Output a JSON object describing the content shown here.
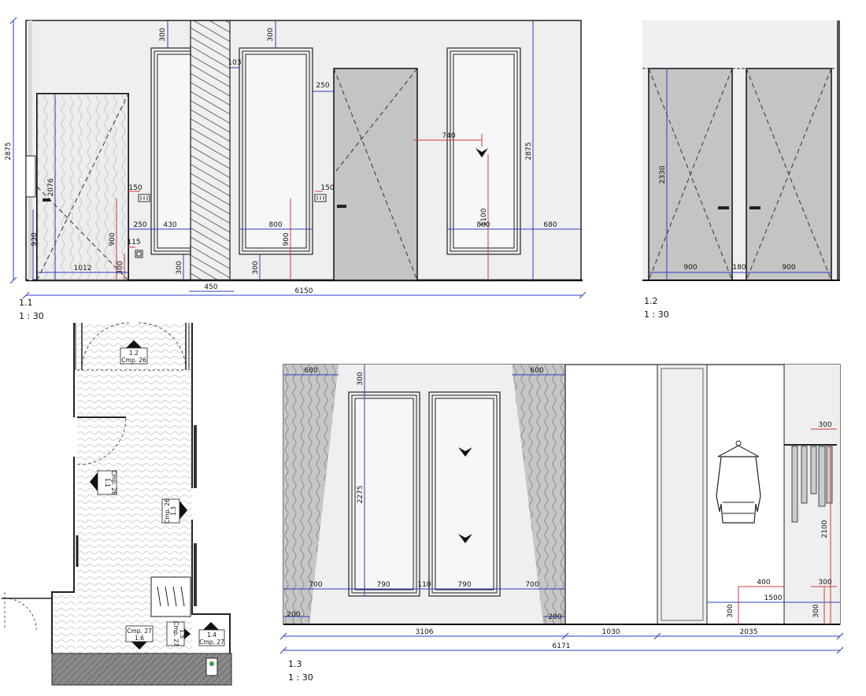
{
  "views": {
    "v11": {
      "number": "1.1",
      "scale": "1 : 30"
    },
    "v12": {
      "number": "1.2",
      "scale": "1 : 30"
    },
    "v13": {
      "number": "1.3",
      "scale": "1 : 30"
    }
  },
  "dims": {
    "h2875_left": "2875",
    "d300_a": "300",
    "d300_b": "300",
    "d103": "103",
    "d250_top": "250",
    "d740": "740",
    "d2875_right": "2875",
    "d2076": "2076",
    "d930": "930",
    "d150_a": "150",
    "d150_b": "150",
    "d250": "250",
    "d430": "430",
    "d800_a": "800",
    "d800_b": "800",
    "d680": "680",
    "d900_a": "900",
    "d900_b": "900",
    "d115": "115",
    "d300_c": "300",
    "d300_d": "300",
    "d300_e": "300",
    "d1012": "1012",
    "d1100": "1100",
    "d450": "450",
    "d6150": "6150",
    "d2330": "2330",
    "d900_c": "900",
    "d180": "180",
    "d900_d": "900",
    "d600_a": "600",
    "d600_b": "600",
    "d300_f": "300",
    "d2275": "2275",
    "d700_a": "700",
    "d790_a": "790",
    "d110": "110",
    "d790_b": "790",
    "d700_b": "700",
    "d200_a": "200",
    "d200_b": "200",
    "d300_g": "300",
    "d2100": "2100",
    "d400": "400",
    "d300_h": "300",
    "d1500": "1500",
    "d300_i": "300",
    "d300_j": "300",
    "d3106": "3106",
    "d1030": "1030",
    "d2035": "2035",
    "d6171": "6171"
  },
  "tags": {
    "t12": [
      "1.2",
      "Cmp. 26"
    ],
    "t11": [
      "1.1",
      "Cmp. 26"
    ],
    "t13": [
      "Cmp. 26",
      "1.3"
    ],
    "t16": [
      "Cmp. 27",
      "1.6"
    ],
    "t15": [
      "Cmp. 27",
      "1.5"
    ],
    "t14": [
      "1.4",
      "Cmp. 27"
    ]
  }
}
